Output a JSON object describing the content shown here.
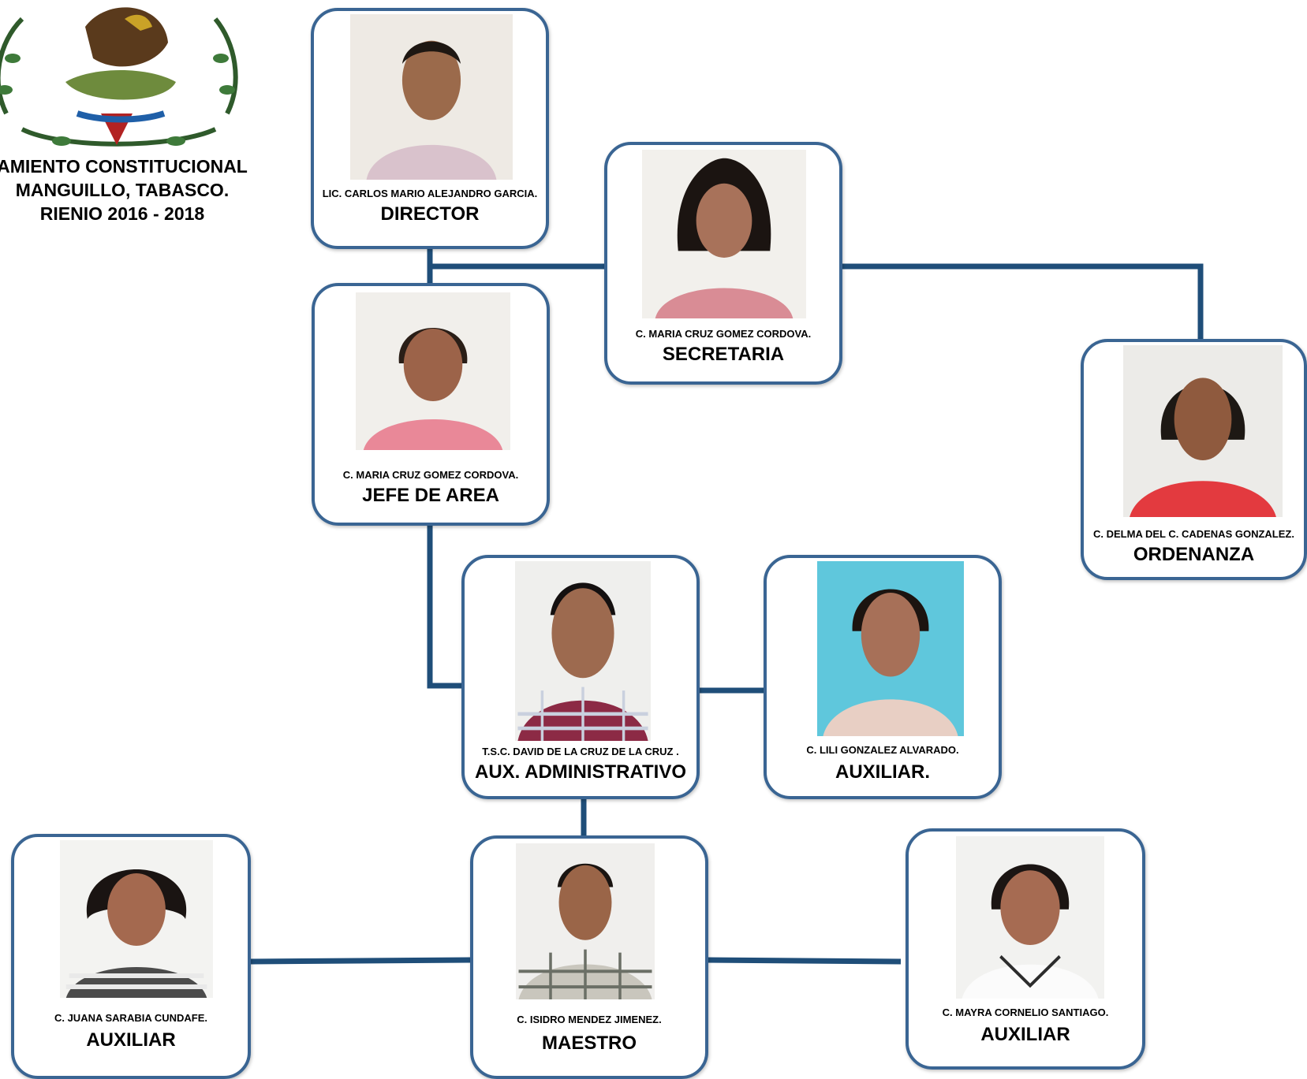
{
  "header": {
    "line1": "AMIENTO CONSTITUCIONAL",
    "line2": "MANGUILLO, TABASCO.",
    "line3": "RIENIO 2016 - 2018"
  },
  "cards": {
    "director": {
      "name": "LIC. CARLOS MARIO ALEJANDRO GARCIA.",
      "role": "DIRECTOR"
    },
    "secretaria": {
      "name": "C. MARIA CRUZ GOMEZ CORDOVA.",
      "role": "SECRETARIA"
    },
    "jefe": {
      "name": "C. MARIA CRUZ GOMEZ CORDOVA.",
      "role": "JEFE DE AREA"
    },
    "ordenanza": {
      "name": "C. DELMA DEL C. CADENAS GONZALEZ.",
      "role": "ORDENANZA"
    },
    "aux_admin": {
      "name": "T.S.C. DAVID DE LA CRUZ DE LA CRUZ .",
      "role": "AUX. ADMINISTRATIVO"
    },
    "auxiliar_lili": {
      "name": "C. LILI GONZALEZ ALVARADO.",
      "role": "AUXILIAR."
    },
    "auxiliar_juana": {
      "name": "C. JUANA SARABIA CUNDAFE.",
      "role": "AUXILIAR"
    },
    "maestro": {
      "name": "C. ISIDRO MENDEZ JIMENEZ.",
      "role": "MAESTRO"
    },
    "auxiliar_mayra": {
      "name": "C. MAYRA CORNELIO SANTIAGO.",
      "role": "AUXILIAR"
    }
  },
  "colors": {
    "card_border": "#3a6593",
    "connector": "#1f4e79"
  },
  "icons": {
    "emblem": "national-coat-of-arms-icon",
    "photo": "person-portrait-icon"
  }
}
